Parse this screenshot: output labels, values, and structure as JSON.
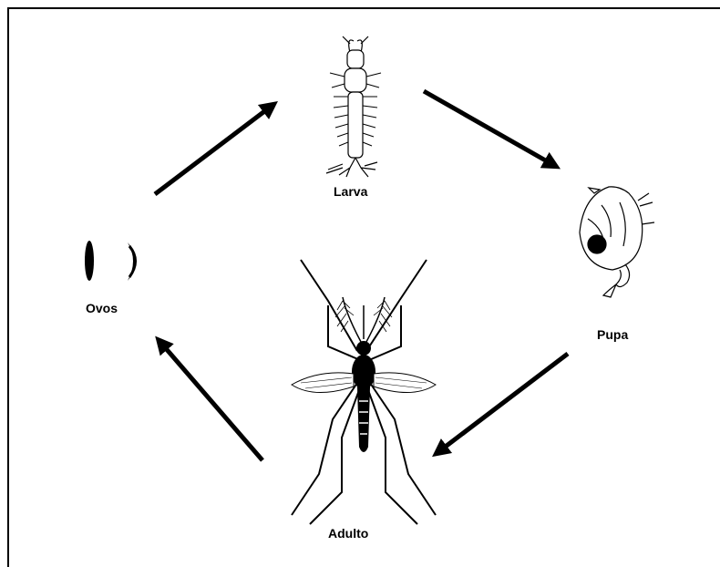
{
  "diagram": {
    "stages": {
      "larva": "Larva",
      "pupa": "Pupa",
      "ovos": "Ovos",
      "adulto": "Adulto"
    },
    "colors": {
      "ink": "#000000",
      "background": "#ffffff"
    },
    "arrows": [
      {
        "from": "Ovos",
        "to": "Larva"
      },
      {
        "from": "Larva",
        "to": "Pupa"
      },
      {
        "from": "Pupa",
        "to": "Adulto"
      },
      {
        "from": "Adulto",
        "to": "Ovos"
      }
    ]
  }
}
